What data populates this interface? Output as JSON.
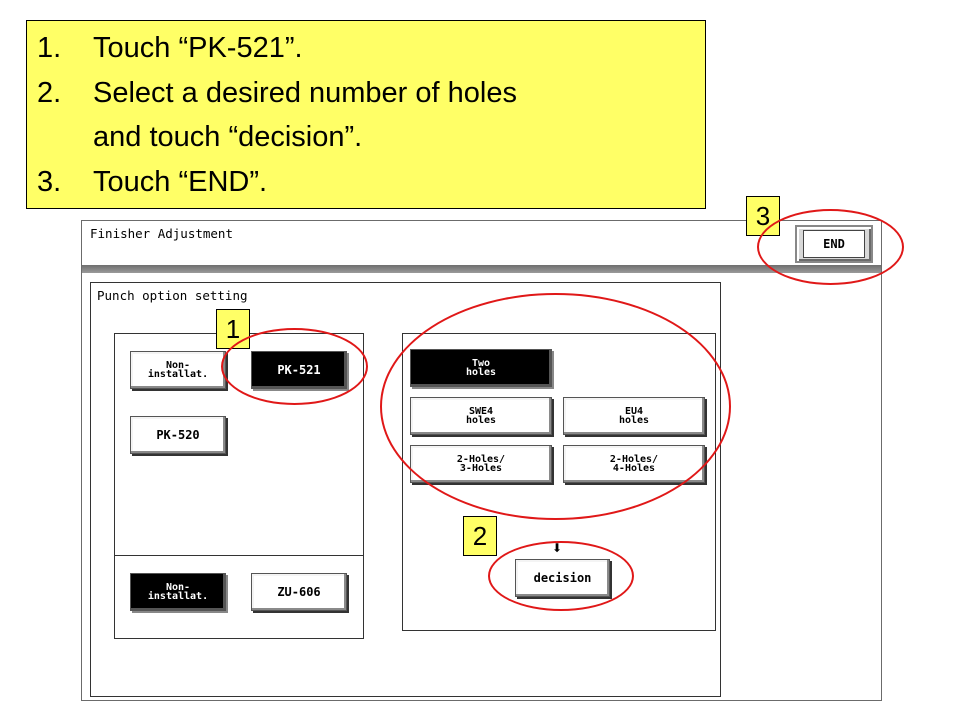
{
  "instructions": {
    "step1_num": "1.",
    "step1_text": "Touch “PK-521”.",
    "step2_num": "2.",
    "step2_text": "Select a desired number of holes",
    "step2_text_cont": "and touch “decision”.",
    "step3_num": "3.",
    "step3_text": "Touch “END”."
  },
  "screen": {
    "title": "Finisher Adjustment",
    "end_label": "END",
    "panel_title": "Punch option setting",
    "punch_unit": {
      "non_install_label": "Non-\ninstallat.",
      "pk521_label": "PK-521",
      "pk520_label": "PK-520",
      "selected": "PK-521"
    },
    "zu_unit": {
      "non_install_label": "Non-\ninstallat.",
      "zu606_label": "ZU-606",
      "selected": "Non-installat."
    },
    "holes": {
      "two_holes": "Two\nholes",
      "swe4_holes": "SWE4\nholes",
      "eu4_holes": "EU4\nholes",
      "two_three_holes": "2-Holes/\n3-Holes",
      "two_four_holes": "2-Holes/\n4-Holes",
      "selected": "Two holes"
    },
    "decision_arrow": "⬇",
    "decision_label": "decision"
  },
  "callouts": {
    "c1": "1",
    "c2": "2",
    "c3": "3"
  },
  "colors": {
    "instruction_bg": "#ffff66",
    "ring": "#e01818",
    "selected_button": "#000000"
  }
}
